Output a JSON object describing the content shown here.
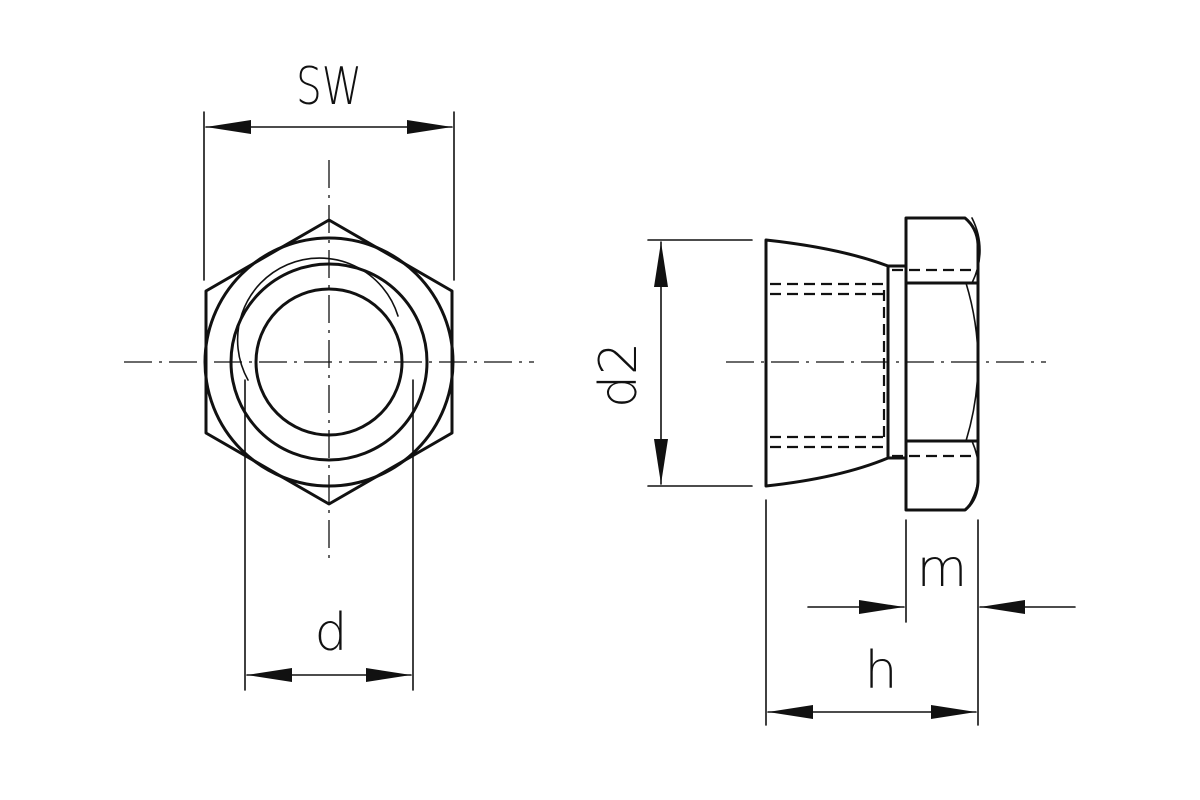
{
  "labels": {
    "sw": "SW",
    "d": "d",
    "d2": "d2",
    "m": "m",
    "h": "h"
  },
  "colors": {
    "line": "#111111",
    "background": "#ffffff"
  }
}
